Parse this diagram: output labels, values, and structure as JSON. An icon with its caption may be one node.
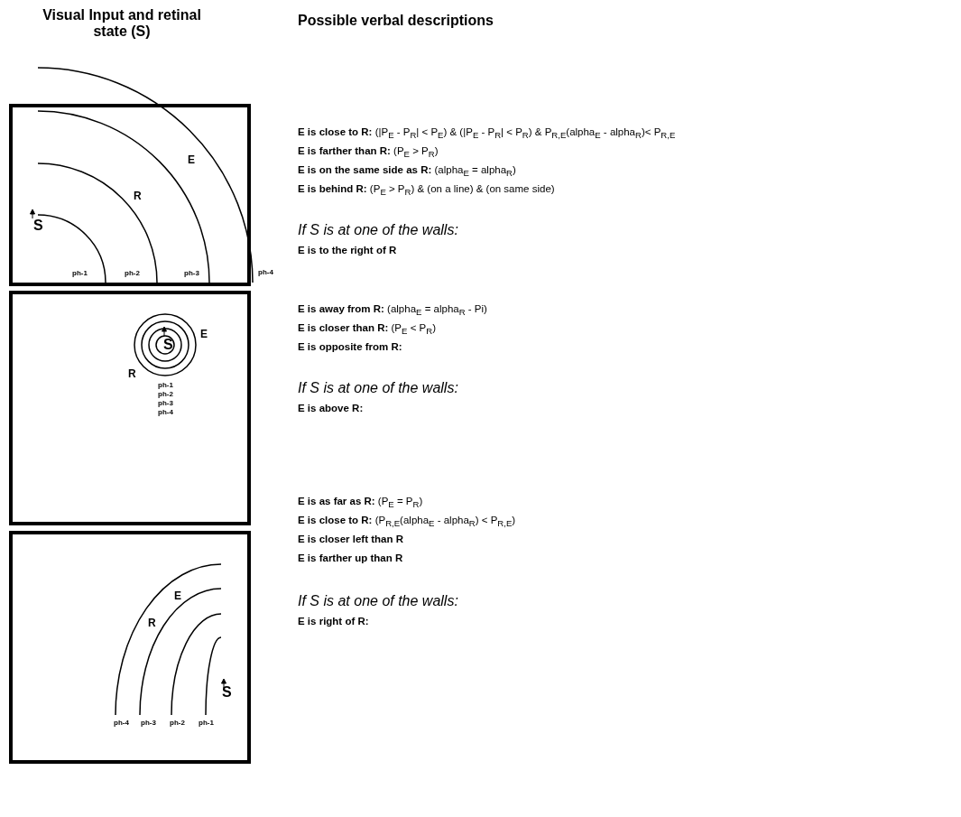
{
  "diagram": {
    "nodes": [
      {
        "text": [
          "E",
          "R",
          "S",
          "ph-1",
          "ph-2",
          "ph-3"
        ],
        "beside": [
          "ph-4"
        ]
      },
      {
        "text": [
          "S",
          "E",
          "R",
          "ph-1",
          "ph-2",
          "ph-3",
          "ph-4"
        ]
      },
      {
        "text": [
          "E",
          "R",
          "S",
          "ph-4",
          "ph-3",
          "ph-2",
          "ph-1"
        ]
      }
    ],
    "edges": [],
    "labels": [
      "Visual Input and retinal state (S)",
      "Possible verbal descriptions",
      "**E is close to R:** (|P$_{E}$ - P$_{R}$| <  P$_{E}$) & (|P$_{E}$ - P$_{R}$| < P$_{R}$) &  P$_{R,E}$(alpha$_{E}$ - alpha$_{R}$)< P$_{R,E}$",
      "**E is farther than R:** (P$_{E}$ > P$_{R}$)",
      "**E is on the same side as R:** (alpha$_{E}$ = alpha$_{R}$)",
      "**E is behind R:** (P$_{E}$ > P$_{R}$) & (on a line) & (on same side)",
      "If S is at one of the walls:",
      "**E is to the right of R**",
      "**E is away from R:** (alpha$_{E}$ = alpha$_{R}$ - Pi)",
      "**E is closer than R:** (P$_{E}$ < P$_{R}$)",
      "**E is opposite from R:**",
      "If S is at one of the walls:",
      "**E is above R:**",
      "**E is as far as R:** (P$_{E}$ = P$_{R}$)",
      "**E is close to R:**  (P$_{R,E}$(alpha$_{E}$ - alpha$_{R}$) < P$_{R,E}$)",
      "**E is closer left than R**",
      "**E is farther up than R**",
      "If S is at one of the walls:",
      "**E is right of R:**"
    ]
  }
}
